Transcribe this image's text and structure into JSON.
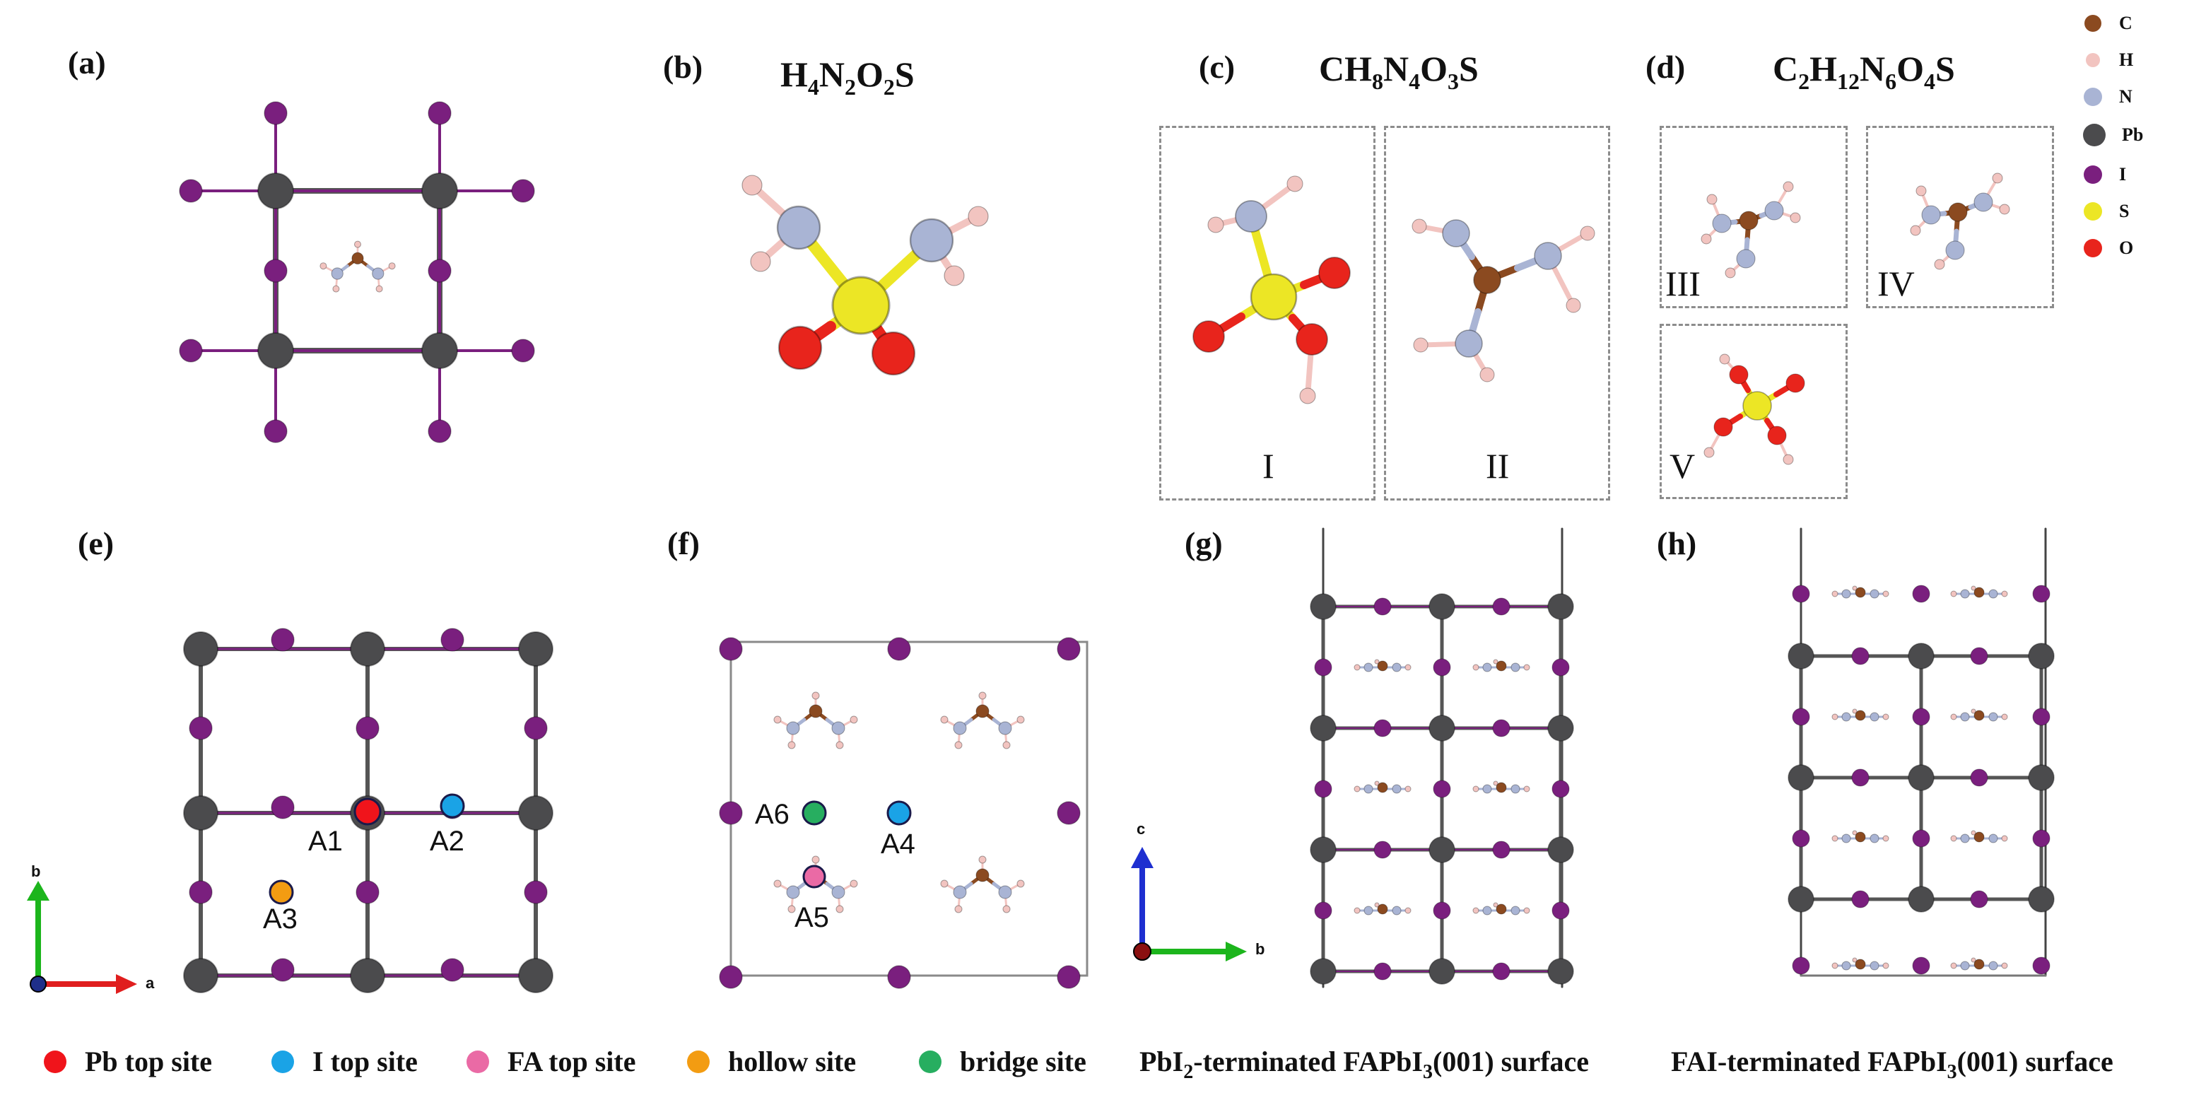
{
  "panels": {
    "a": "(a)",
    "b": "(b)",
    "c": "(c)",
    "d": "(d)",
    "e": "(e)",
    "f": "(f)",
    "g": "(g)",
    "h": "(h)"
  },
  "formulas": {
    "b": {
      "p1": "H",
      "s1": "4",
      "p2": "N",
      "s2": "2",
      "p3": "O",
      "s3": "2",
      "p4": "S"
    },
    "c": {
      "p1": "CH",
      "s1": "8",
      "p2": "N",
      "s2": "4",
      "p3": "O",
      "s3": "3",
      "p4": "S"
    },
    "d": {
      "p1": "C",
      "s1": "2",
      "p2": "H",
      "s2": "12",
      "p3": "N",
      "s3": "6",
      "p4": "O",
      "s4": "4",
      "p5": "S"
    }
  },
  "isomers": [
    "I",
    "II",
    "III",
    "IV",
    "V"
  ],
  "sites": [
    "A1",
    "A2",
    "A3",
    "A4",
    "A5",
    "A6"
  ],
  "axes": {
    "a": "a",
    "b": "b",
    "c": "c",
    "b2": "b"
  },
  "element_legend": [
    {
      "symbol": "C",
      "color": "#8b4a20"
    },
    {
      "symbol": "H",
      "color": "#f2c4c0"
    },
    {
      "symbol": "N",
      "color": "#a9b4d4"
    },
    {
      "symbol": "Pb",
      "color": "#4b4b4d"
    },
    {
      "symbol": "I",
      "color": "#7a1f7e"
    },
    {
      "symbol": "S",
      "color": "#ece625"
    },
    {
      "symbol": "O",
      "color": "#e8241c"
    }
  ],
  "site_legend": [
    {
      "label": "Pb top site",
      "color": "#f0141b"
    },
    {
      "label": "I top site",
      "color": "#1aa3e6"
    },
    {
      "label": "FA top site",
      "color": "#ea6aa5"
    },
    {
      "label": "hollow site",
      "color": "#f39c12"
    },
    {
      "label": "bridge site",
      "color": "#27ae60"
    }
  ],
  "surfaces": {
    "g": {
      "p1": "PbI",
      "s1": "2",
      "p2": "-terminated FAPbI",
      "s2": "3",
      "p3": "(001) surface"
    },
    "h": {
      "p1": "FAI-terminated FAPbI",
      "s1": "3",
      "p2": "(001) surface"
    }
  }
}
